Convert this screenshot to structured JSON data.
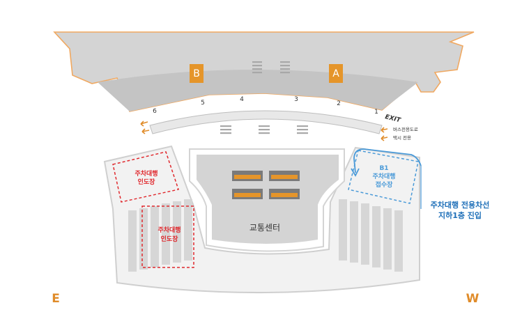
{
  "terminal": {
    "gate_b": "B",
    "gate_a": "A",
    "colors": {
      "terminal_fill": "#d4d4d4",
      "terminal_outline": "#f0a860",
      "gate_badge": "#e5952a",
      "red_dashed": "#e0282d",
      "blue_dashed": "#4a9ad8",
      "compass": "#e08c2a"
    }
  },
  "road": {
    "door_numbers": [
      "6",
      "5",
      "4",
      "3",
      "2",
      "1"
    ],
    "exit_label": "EXIT",
    "bus_lane_label": "버스전용도로",
    "taxi_lane_label": "택시 전용"
  },
  "transport_center": {
    "label": "교통센터"
  },
  "valet_dropoff_upper": {
    "line1": "주차대행",
    "line2": "인도장"
  },
  "valet_dropoff_lower": {
    "line1": "주차대행",
    "line2": "인도장"
  },
  "valet_reception": {
    "line1": "B1",
    "line2": "주차대행",
    "line3": "접수장"
  },
  "valet_lane_note": {
    "line1": "주차대행 전용차선",
    "line2": "지하1층 진입"
  },
  "compass": {
    "east": "E",
    "west": "W"
  }
}
